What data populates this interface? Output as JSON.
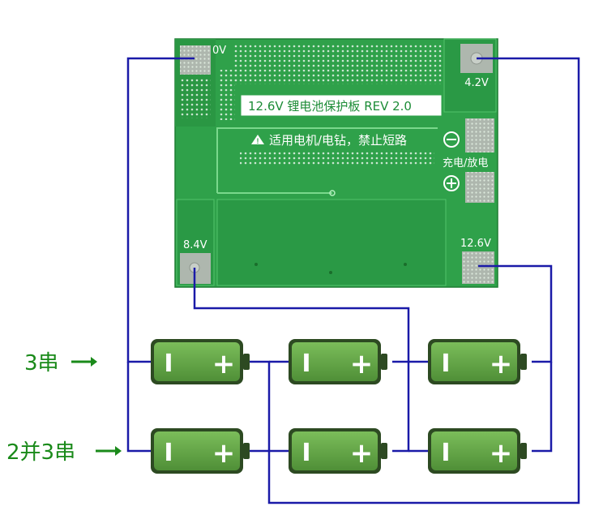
{
  "board": {
    "title": "12.6V 锂电池保护板 REV 2.0",
    "warning": "适用电机/电钻，禁止短路",
    "pads": {
      "zero": "0V",
      "v42": "4.2V",
      "v84": "8.4V",
      "v126": "12.6V"
    },
    "charge_discharge": "充电/放电",
    "minus_symbol": "−",
    "plus_symbol": "+"
  },
  "rows": {
    "series_label": "3串",
    "parallel_label": "2并3串",
    "arrow": "→"
  },
  "battery": {
    "minus": "I",
    "plus": "+"
  },
  "colors": {
    "wire": "#1a1aa8",
    "pcb": "#2fa14a",
    "pcb_dark": "#1f8a3a",
    "battery_body": "#5e9d43",
    "label_green": "#1a8a1a"
  }
}
